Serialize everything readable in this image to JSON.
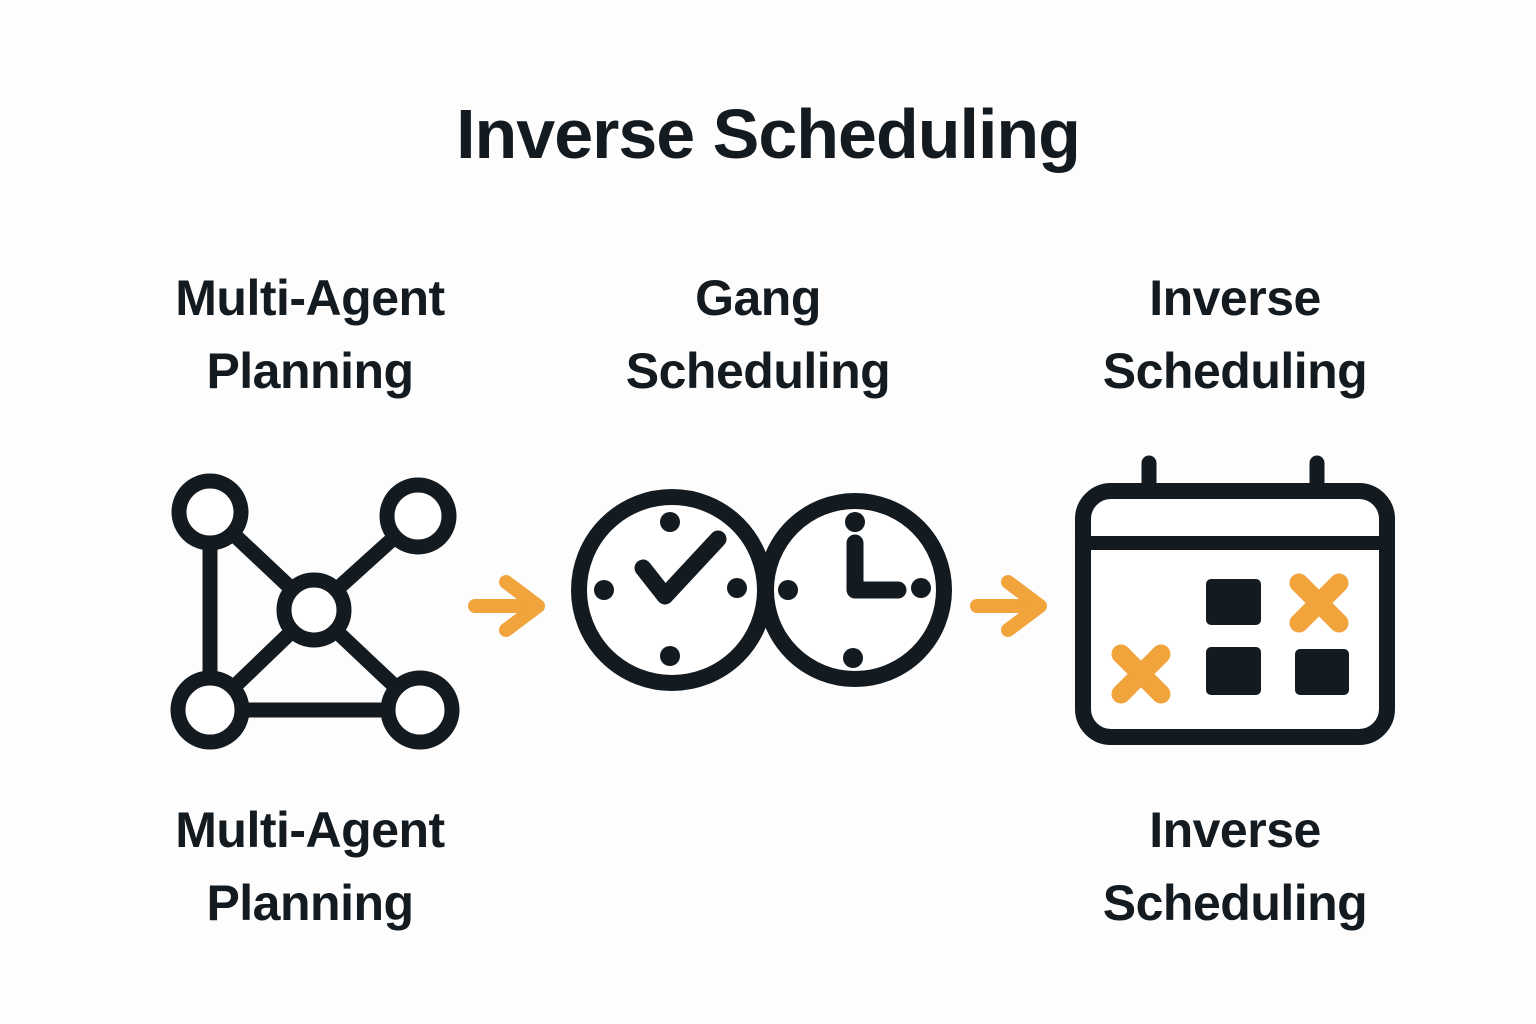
{
  "title": "Inverse Scheduling",
  "colors": {
    "ink": "#131a20",
    "accent": "#f1a33c",
    "background": "#fdfdfd"
  },
  "steps": [
    {
      "id": "multi-agent-planning",
      "header": "Multi-Agent\nPlanning",
      "icon": "multi-agent-network-icon",
      "caption": "Multi-Agent\nPlanning"
    },
    {
      "id": "gang-scheduling",
      "header": "Gang\nScheduling",
      "icon": "gang-scheduling-clocks-icon",
      "caption": ""
    },
    {
      "id": "inverse-scheduling",
      "header": "Inverse\nScheduling",
      "icon": "inverse-scheduling-calendar-icon",
      "caption": "Inverse\nScheduling"
    }
  ],
  "connectors": [
    {
      "icon": "arrow-right-icon"
    },
    {
      "icon": "arrow-right-icon"
    }
  ]
}
